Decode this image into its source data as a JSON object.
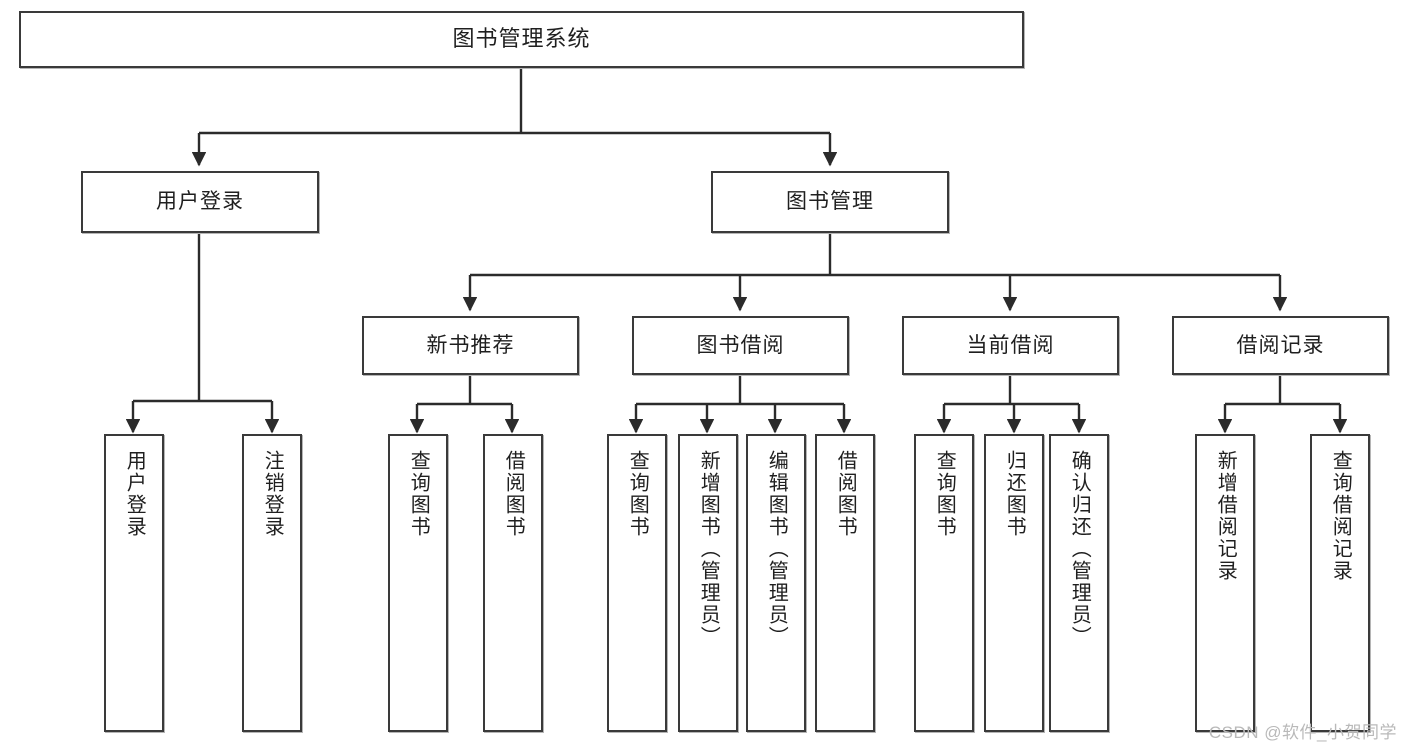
{
  "diagram": {
    "title": "图书管理系统",
    "type": "tree-hierarchy",
    "root": {
      "label": "图书管理系统"
    },
    "level2": [
      {
        "label": "用户登录"
      },
      {
        "label": "图书管理"
      }
    ],
    "level3": [
      {
        "label": "新书推荐"
      },
      {
        "label": "图书借阅"
      },
      {
        "label": "当前借阅"
      },
      {
        "label": "借阅记录"
      }
    ],
    "leaves": {
      "user_login": [
        {
          "label": "用户登录"
        },
        {
          "label": "注销登录"
        }
      ],
      "new_book_recommend": [
        {
          "label": "查询图书"
        },
        {
          "label": "借阅图书"
        }
      ],
      "book_borrow": [
        {
          "label": "查询图书"
        },
        {
          "label": "新增图书（管理员）"
        },
        {
          "label": "编辑图书（管理员）"
        },
        {
          "label": "借阅图书"
        }
      ],
      "current_borrow": [
        {
          "label": "查询图书"
        },
        {
          "label": "归还图书"
        },
        {
          "label": "确认归还（管理员）"
        }
      ],
      "borrow_record": [
        {
          "label": "新增借阅记录"
        },
        {
          "label": "查询借阅记录"
        }
      ]
    }
  },
  "watermark": {
    "text": "CSDN @软件_小贺同学"
  },
  "colors": {
    "border": "#3a3a3a",
    "text": "#1f1f1f",
    "background": "#ffffff",
    "connector": "#2b2b2b",
    "watermark": "#b9b9b9"
  }
}
